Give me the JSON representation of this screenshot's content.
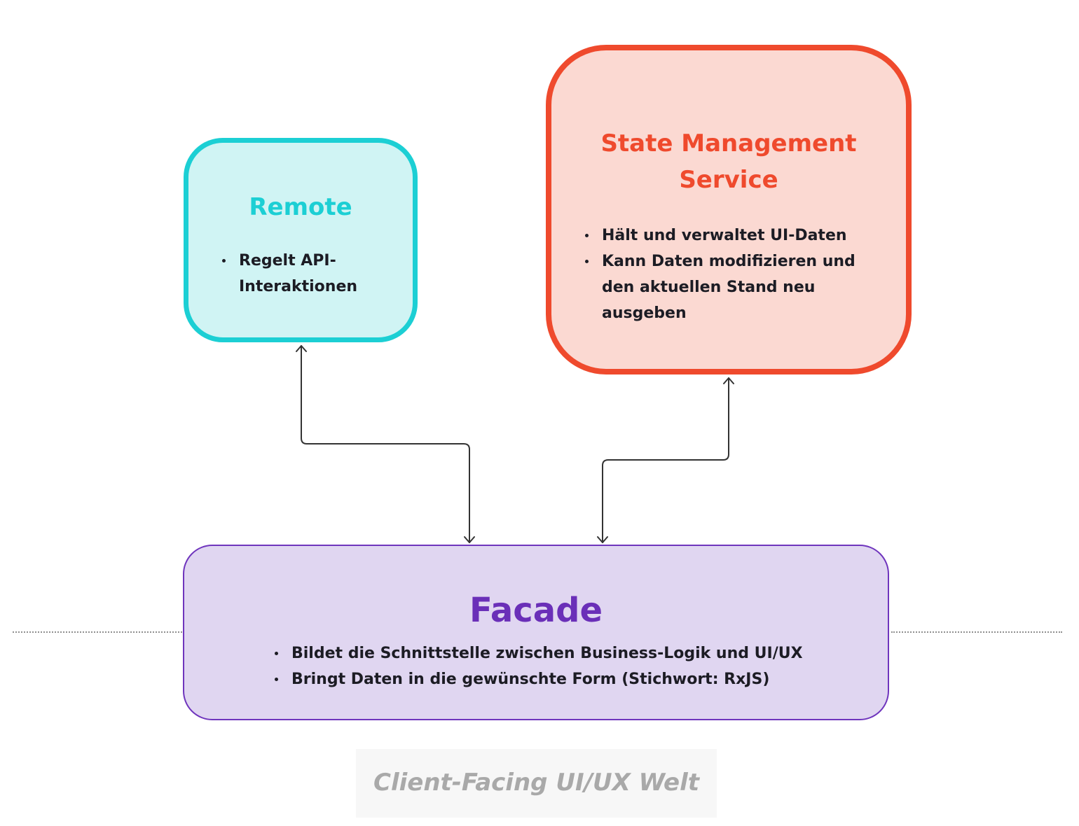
{
  "remote": {
    "title": "Remote",
    "bullets": [
      "Regelt API-Interaktionen"
    ]
  },
  "state_service": {
    "title_line1": "State Management",
    "title_line2": "Service",
    "bullets": [
      "Hält und verwaltet UI-Daten",
      "Kann Daten modifizieren und den aktuellen Stand neu ausgeben"
    ]
  },
  "facade": {
    "title": "Facade",
    "bullets": [
      "Bildet die Schnittstelle zwischen Business-Logik und UI/UX",
      "Bringt Daten in die gewünschte Form (Stichwort: RxJS)"
    ]
  },
  "caption": "Client-Facing UI/UX Welt",
  "colors": {
    "remote_border": "#1ccfd4",
    "remote_fill": "#d0f4f4",
    "state_border": "#ef4a2d",
    "state_fill": "#fbd9d2",
    "facade_border": "#6f35bd",
    "facade_fill": "#e0d6f1",
    "connector": "#333333"
  }
}
